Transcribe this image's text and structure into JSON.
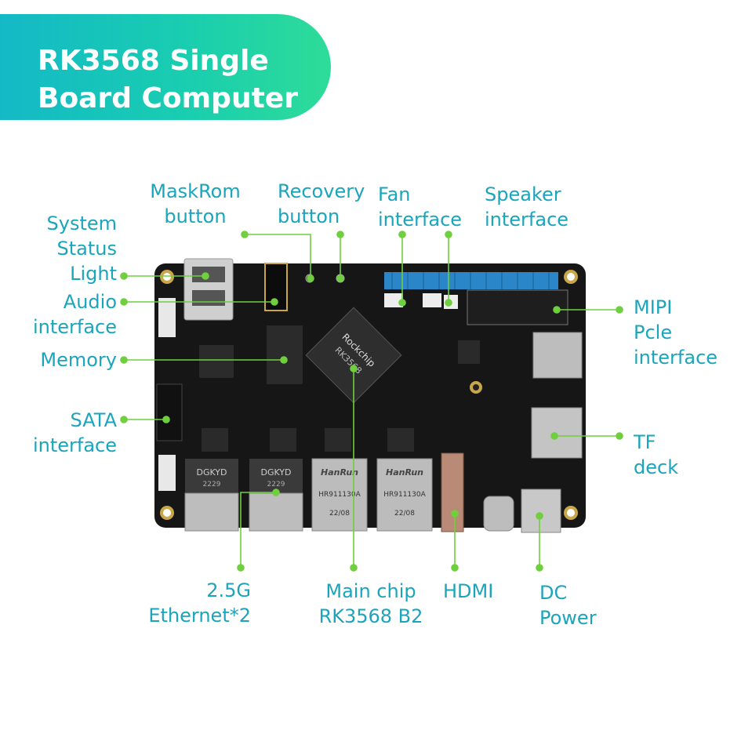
{
  "title": "RK3568 Single\nBoard Computer",
  "colors": {
    "banner_start": "#14b9c6",
    "banner_end": "#2ddc98",
    "label": "#1aa5bd",
    "leader_line": "#6fcf3e",
    "board": "#161616"
  },
  "labels": {
    "maskrom": "MaskRom\nbutton",
    "recovery": "Recovery\nbutton",
    "fan": "Fan\ninterface",
    "speaker": "Speaker\ninterface",
    "system_status": "System\nStatus\nLight",
    "audio": "Audio\ninterface",
    "memory": "Memory",
    "sata": "SATA\ninterface",
    "mipi": "MIPI\nPcle\ninterface",
    "tf": "TF\ndeck",
    "ethernet": "2.5G\nEthernet*2",
    "main_chip": "Main chip\nRK3568 B2",
    "hdmi": "HDMI",
    "dc": "DC\nPower"
  },
  "board_marks": {
    "soc_brand": "Rockchip",
    "soc_model": "RK3568",
    "jack1_brand": "HanRun",
    "jack1_model": "HR911130A",
    "jack1_date": "22/08",
    "jack2_brand": "HanRun",
    "jack2_model": "HR911130A",
    "jack2_date": "22/08",
    "eth1_brand": "DGKYD",
    "eth1_code": "2229",
    "eth2_brand": "DGKYD",
    "eth2_code": "2229"
  }
}
